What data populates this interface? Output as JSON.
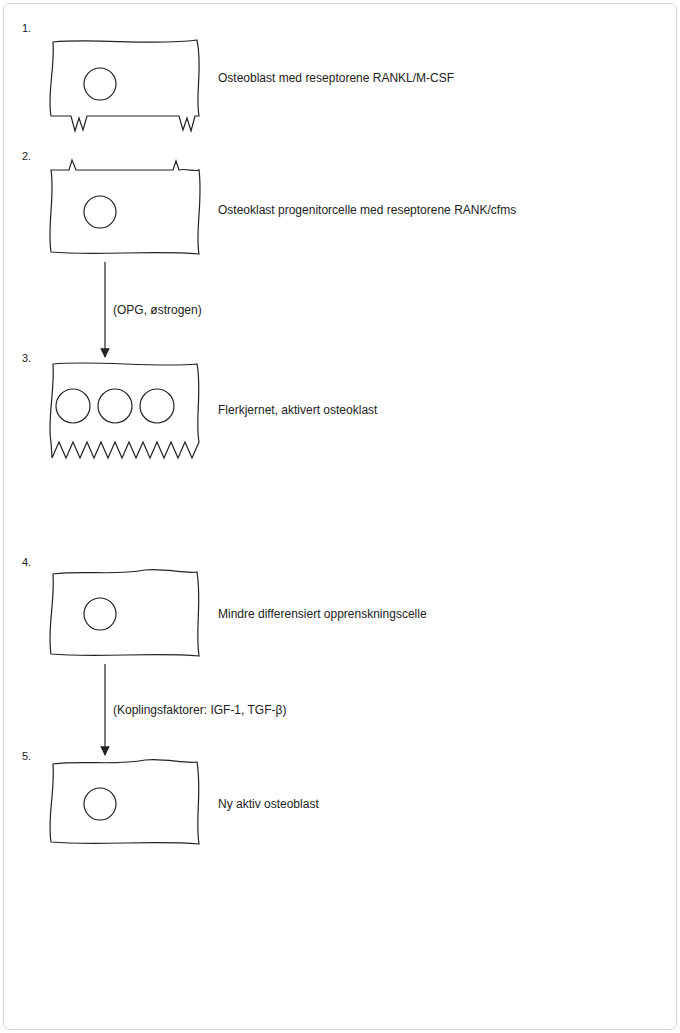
{
  "diagram": {
    "nodes": [
      {
        "text": [
          "Osteoblast med reseptorene RANKL/M-CSF"
        ]
      },
      {
        "text": [
          "Osteoklast progenitorcelle med reseptorene RANK/cfms"
        ]
      },
      {
        "text": [
          "Flerkjernet, aktivert osteoklast"
        ]
      },
      {
        "text": [
          "Mindre differensiert opprenskningscelle"
        ]
      },
      {
        "text": [
          "Ny aktiv osteoblast"
        ]
      }
    ],
    "edges": [
      {
        "from": 1,
        "to": 2,
        "label": "(OPG, østrogen)",
        "arrow": "to"
      },
      {
        "from": 3,
        "to": 4,
        "label": "(Koplingsfaktorer: IGF-1, TGF-β)",
        "arrow": "to"
      }
    ],
    "labels": [
      "1.",
      "2.",
      "3.",
      "4.",
      "5."
    ]
  }
}
